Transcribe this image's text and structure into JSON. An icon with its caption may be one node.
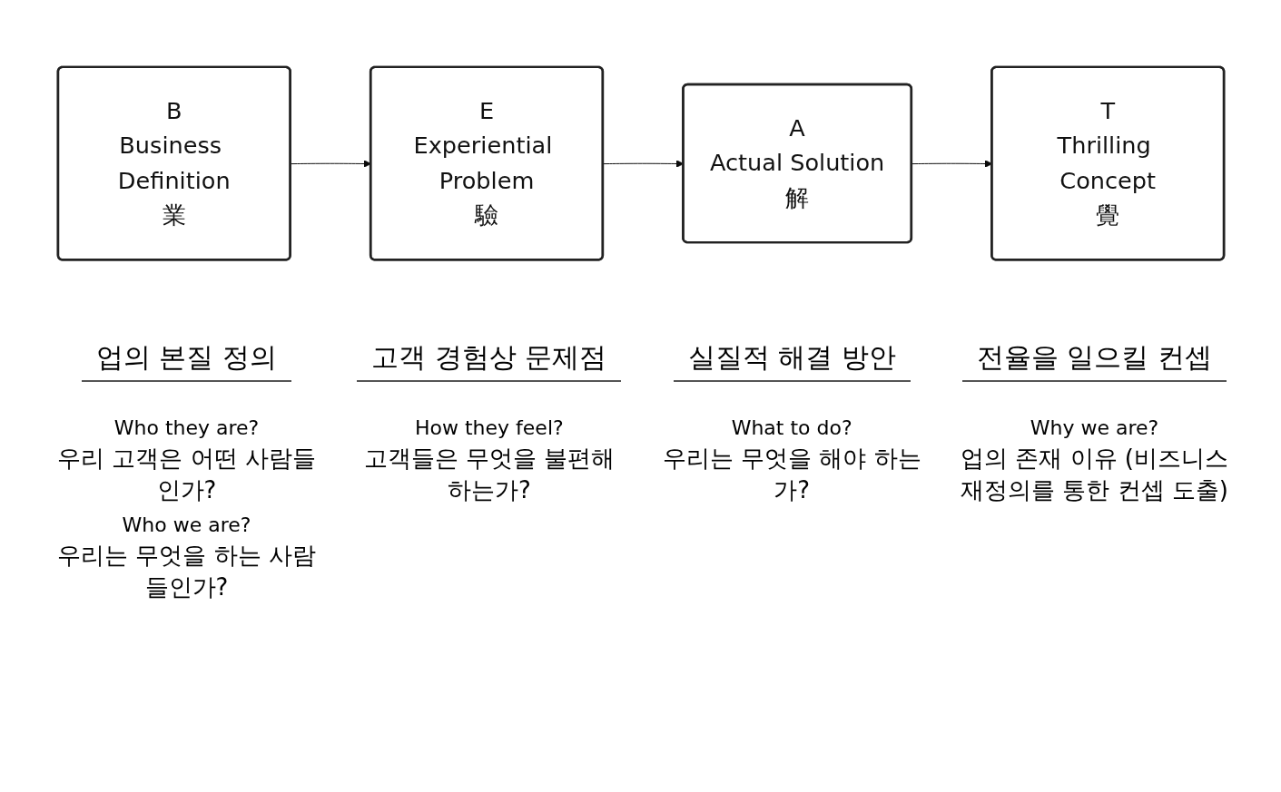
{
  "diagram": {
    "nodes": [
      {
        "text": [
          "B",
          "Business Definition",
          "業"
        ],
        "beside": [
          "업의 본질 정의",
          "Who they are?",
          "우리 고객은 어떤 사람들인가?",
          "Who we are?",
          "우리는 무엇을 하는 사람들인가?"
        ]
      },
      {
        "text": [
          "E",
          "Experiential Problem",
          "驗"
        ],
        "beside": [
          "고객 경험상 문제점",
          "How they feel?",
          "고객들은 무엇을 불편해 하는가?"
        ]
      },
      {
        "text": [
          "A",
          "Actual Solution",
          "解"
        ],
        "beside": [
          "실질적 해결 방안",
          "What to do?",
          "우리는 무엇을 해야 하는가?"
        ]
      },
      {
        "text": [
          "T",
          "Thrilling Concept",
          "覺"
        ],
        "beside": [
          "전율을 일으킬 컨셉",
          "Why we are?",
          "업의 존재 이유 (비즈니스 재정의를 통한 컨셉 도출)"
        ]
      }
    ],
    "edges": [
      {
        "from": 0,
        "to": 1,
        "arrow": "to"
      },
      {
        "from": 1,
        "to": 2,
        "arrow": "to"
      },
      {
        "from": 2,
        "to": 3,
        "arrow": "to"
      }
    ]
  }
}
